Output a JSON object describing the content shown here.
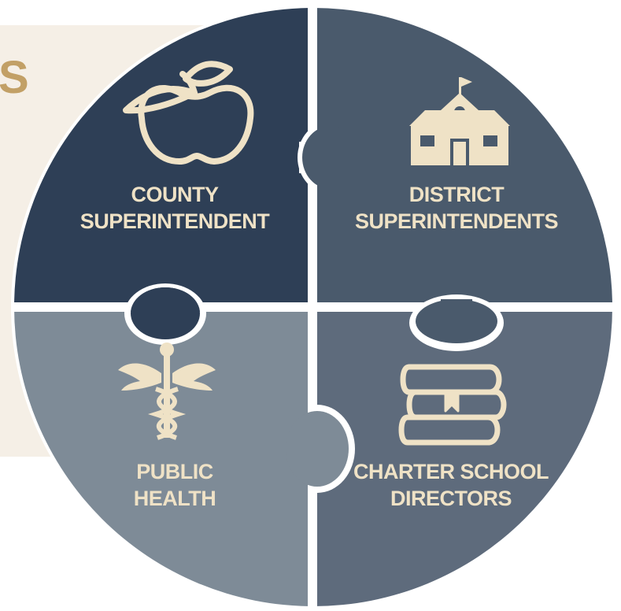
{
  "background_banner": {
    "partial_text": "S"
  },
  "pieces": [
    {
      "id": "county",
      "line1": "COUNTY",
      "line2": "SUPERINTENDENT",
      "icon": "apple-icon",
      "color": "#2e3f56"
    },
    {
      "id": "district",
      "line1": "DISTRICT",
      "line2": "SUPERINTENDENTS",
      "icon": "school-building-icon",
      "color": "#4a5a6c"
    },
    {
      "id": "public-health",
      "line1": "PUBLIC",
      "line2": "HEALTH",
      "icon": "caduceus-icon",
      "color": "#7e8b97"
    },
    {
      "id": "charter",
      "line1": "CHARTER SCHOOL",
      "line2": "DIRECTORS",
      "icon": "books-icon",
      "color": "#5e6b7c"
    }
  ],
  "colors": {
    "text": "#efe2c6",
    "banner_bg": "#f5efe6",
    "banner_text": "#c2a066"
  }
}
